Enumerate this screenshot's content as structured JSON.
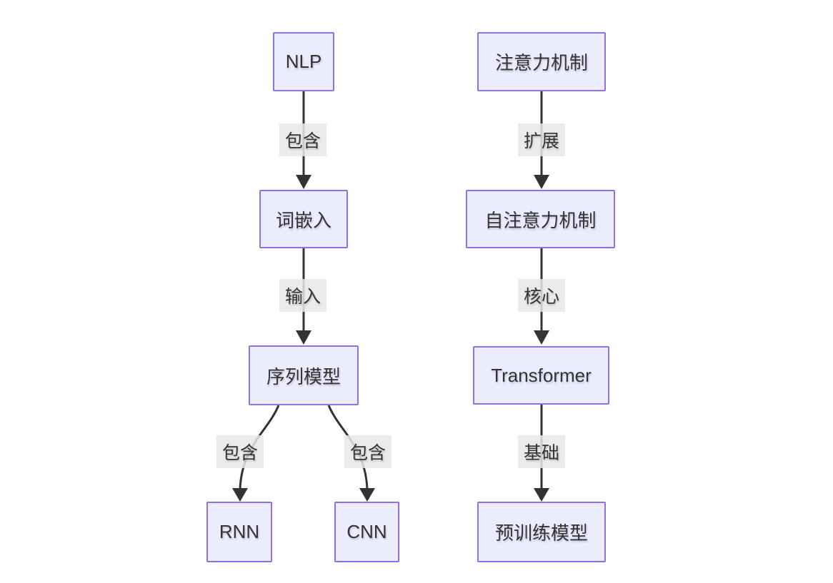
{
  "diagram": {
    "type": "flowchart",
    "background_color": "#ffffff",
    "node_fill_color": "#ECECFF",
    "node_border_color": "#9370DB",
    "edge_color": "#333333",
    "edge_label_background": "#e8e8e8",
    "text_color": "#333333",
    "nodes": {
      "nlp": {
        "label": "NLP"
      },
      "word_embedding": {
        "label": "词嵌入"
      },
      "sequence_model": {
        "label": "序列模型"
      },
      "rnn": {
        "label": "RNN"
      },
      "cnn": {
        "label": "CNN"
      },
      "attention": {
        "label": "注意力机制"
      },
      "self_attention": {
        "label": "自注意力机制"
      },
      "transformer": {
        "label": "Transformer"
      },
      "pretrained_model": {
        "label": "预训练模型"
      }
    },
    "edges": {
      "nlp_to_word_embedding": {
        "label": "包含"
      },
      "word_embedding_to_sequence_model": {
        "label": "输入"
      },
      "sequence_model_to_rnn": {
        "label": "包含"
      },
      "sequence_model_to_cnn": {
        "label": "包含"
      },
      "attention_to_self_attention": {
        "label": "扩展"
      },
      "self_attention_to_transformer": {
        "label": "核心"
      },
      "transformer_to_pretrained_model": {
        "label": "基础"
      }
    }
  }
}
